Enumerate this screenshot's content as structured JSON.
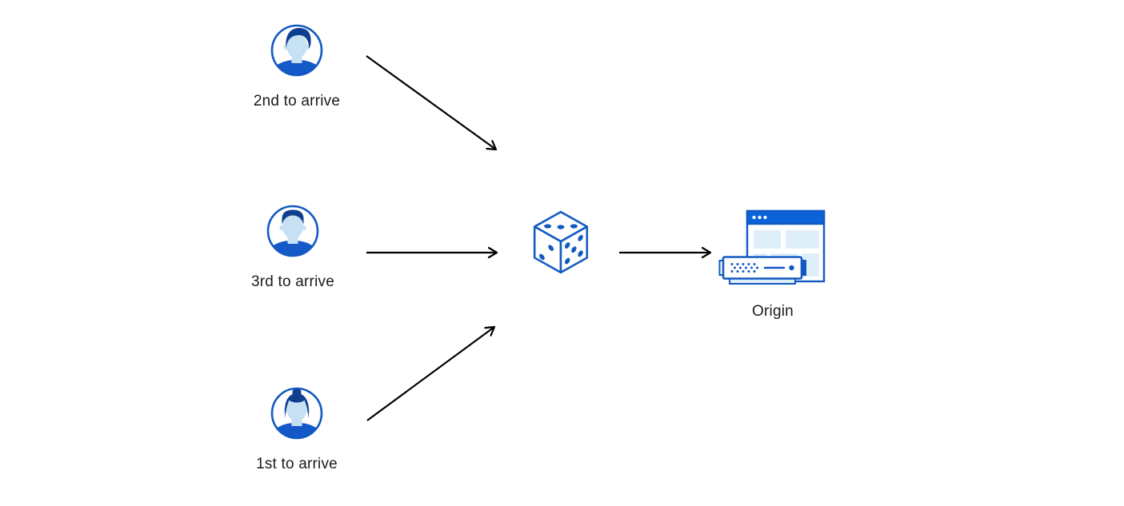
{
  "diagram": {
    "title": "random-request-ordering-diagram",
    "users": [
      {
        "id": "user-2nd",
        "label": "2nd to arrive",
        "avatar": "man-avatar-icon"
      },
      {
        "id": "user-3rd",
        "label": "3rd to arrive",
        "avatar": "man-short-hair-avatar-icon"
      },
      {
        "id": "user-1st",
        "label": "1st to arrive",
        "avatar": "woman-avatar-icon"
      }
    ],
    "randomizer": {
      "icon": "dice-icon"
    },
    "origin": {
      "label": "Origin",
      "icon": "origin-browser-server-icon"
    },
    "arrows": [
      {
        "from": "user-2nd",
        "to": "dice"
      },
      {
        "from": "user-3rd",
        "to": "dice"
      },
      {
        "from": "user-1st",
        "to": "dice"
      },
      {
        "from": "dice",
        "to": "origin"
      }
    ]
  },
  "colors": {
    "outline_blue": "#1159C1",
    "dark_blue": "#0D3F8E",
    "shirt_blue": "#1459C8",
    "face_blue": "#C7E1F4",
    "titlebar_blue": "#0A63D8",
    "panel_blue": "#DFEFFA",
    "arrow_black": "#000000",
    "text_black": "#1A1A1A",
    "background": "#FFFFFF"
  }
}
